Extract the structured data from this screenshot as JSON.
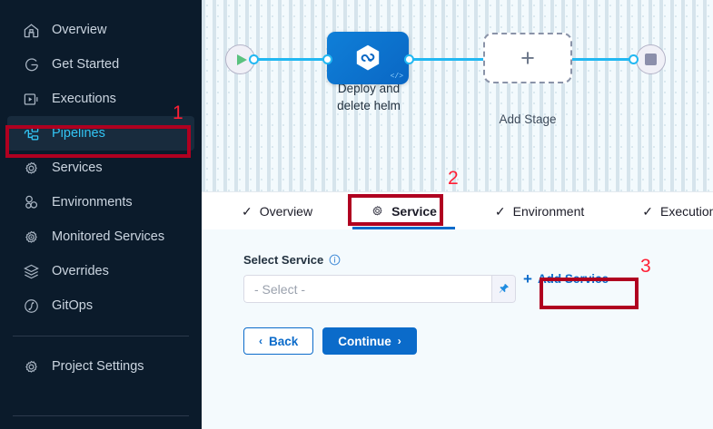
{
  "sidebar": {
    "items": [
      {
        "label": "Overview",
        "icon": "home-icon",
        "active": false
      },
      {
        "label": "Get Started",
        "icon": "rocket-start-icon",
        "active": false
      },
      {
        "label": "Executions",
        "icon": "play-box-icon",
        "active": false
      },
      {
        "label": "Pipelines",
        "icon": "pipeline-icon",
        "active": true
      },
      {
        "label": "Services",
        "icon": "gear-icon",
        "active": false
      },
      {
        "label": "Environments",
        "icon": "environments-icon",
        "active": false
      },
      {
        "label": "Monitored Services",
        "icon": "monitored-gear-icon",
        "active": false
      },
      {
        "label": "Overrides",
        "icon": "layers-icon",
        "active": false
      },
      {
        "label": "GitOps",
        "icon": "gitops-icon",
        "active": false
      }
    ],
    "bottom_items": [
      {
        "label": "Project Settings",
        "icon": "gear-icon",
        "active": false
      }
    ]
  },
  "canvas": {
    "start_node": {
      "name": "pipeline-start",
      "icon": "play-icon"
    },
    "end_node": {
      "name": "pipeline-end",
      "icon": "stop-icon"
    },
    "stage": {
      "label_line1": "Deploy and",
      "label_line2": "delete helm",
      "icon": "helm-hexagon-icon",
      "badge": "</>"
    },
    "add_stage": {
      "label": "Add Stage",
      "icon": "plus-icon"
    }
  },
  "tabs": [
    {
      "label": "Overview",
      "icon": "check-icon",
      "selected": false
    },
    {
      "label": "Service",
      "icon": "gear-icon",
      "selected": true
    },
    {
      "label": "Environment",
      "icon": "check-icon",
      "selected": false
    },
    {
      "label": "Execution",
      "icon": "check-icon",
      "selected": false
    }
  ],
  "form": {
    "select_service_label": "Select Service",
    "select_service_info_icon": "info-icon",
    "select_value": "- Select -",
    "pin_icon": "pushpin-icon",
    "add_service_label": "Add Service",
    "add_service_plus": "+",
    "back_label": "Back",
    "back_chevron": "‹",
    "continue_label": "Continue",
    "continue_chevron": "›"
  },
  "annotations": [
    {
      "number": "1",
      "target": "sidebar-item-pipelines"
    },
    {
      "number": "2",
      "target": "tab-service"
    },
    {
      "number": "3",
      "target": "add-service-button"
    }
  ],
  "colors": {
    "sidebar_bg": "#0b1b2b",
    "accent_blue": "#0b6bca",
    "active_cyan": "#33c4f3",
    "annotation_red": "#b00020",
    "annotation_number_red": "#ff1f35",
    "connector_blue": "#22b8f2"
  }
}
